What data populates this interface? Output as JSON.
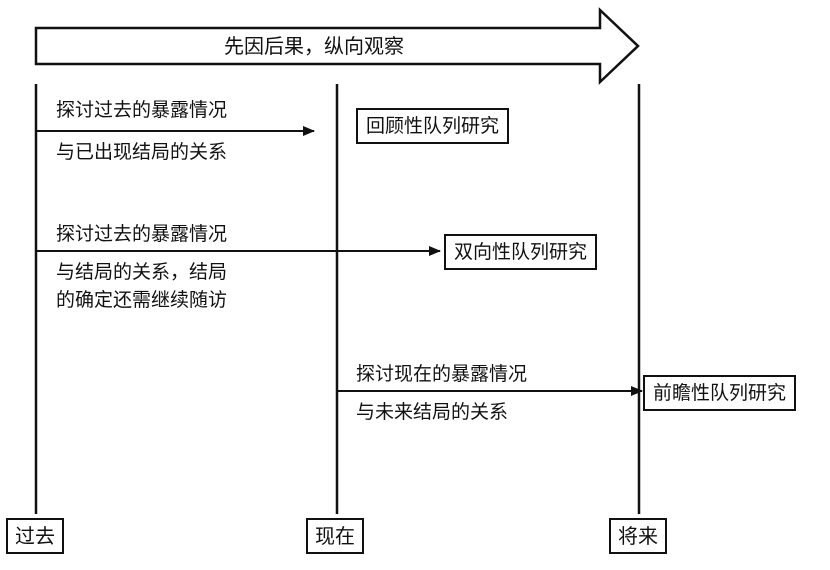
{
  "banner": {
    "label": "先因后果，纵向观察"
  },
  "timeline": {
    "past": "过去",
    "present": "现在",
    "future": "将来"
  },
  "studies": {
    "retrospective": {
      "box": "回顾性队列研究",
      "line1": "探讨过去的暴露情况",
      "line2": "与已出现结局的关系"
    },
    "ambidirectional": {
      "box": "双向性队列研究",
      "line1": "探讨过去的暴露情况",
      "line2": "与结局的关系，结局",
      "line3": "的确定还需继续随访"
    },
    "prospective": {
      "box": "前瞻性队列研究",
      "line1": "探讨现在的暴露情况",
      "line2": "与未来结局的关系"
    }
  }
}
